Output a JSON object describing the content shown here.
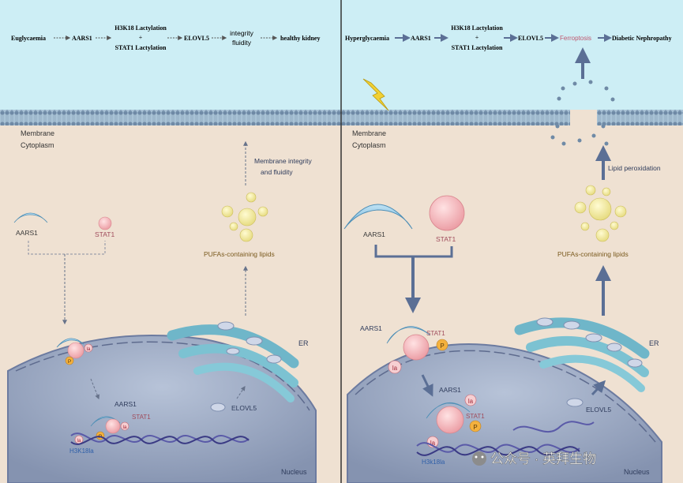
{
  "left": {
    "pathway": [
      "Euglycaemia",
      "AARS1",
      "H3K18 Lactylation",
      "+",
      "STAT1 Lactylation",
      "ELOVL5",
      "integrity",
      "fluidity",
      "healthy kidney"
    ],
    "membrane": "Membrane",
    "cytoplasm": "Cytoplasm",
    "aars1": "AARS1",
    "stat1": "STAT1",
    "aars1_nuc": "AARS1",
    "stat1_nuc": "STAT1",
    "mod_la": "la",
    "mod_p": "P",
    "h3k18la": "H3K18la",
    "elovl5": "ELOVL5",
    "er": "ER",
    "nucleus": "Nucleus",
    "pufa": "PUFAs-containing lipids",
    "membrane_integrity": [
      "Membrane integrity",
      "and fluidity"
    ]
  },
  "right": {
    "pathway": [
      "Hyperglycaemia",
      "AARS1",
      "H3K18 Lactylation",
      "+",
      "STAT1 Lactylation",
      "ELOVL5",
      "Ferroptosis",
      "Diabetic Nephropathy"
    ],
    "membrane": "Membrane",
    "cytoplasm": "Cytoplasm",
    "aars1": "AARS1",
    "stat1": "STAT1",
    "aars1_nuc": "AARS1",
    "stat1_nuc": "STAT1",
    "mod_la": "la",
    "mod_p": "P",
    "h3k18la": "H3k18la",
    "elovl5": "ELOVL5",
    "er": "ER",
    "nucleus": "Nucleus",
    "pufa": "PUFAs-containing lipids",
    "lipid_peroxidation": "Lipid peroxidation"
  },
  "watermark": "公众号 · 英拜生物",
  "colors": {
    "extracellular": "#cdeef5",
    "cytoplasm": "#efe1d2",
    "nucleus": "#9aa8c2",
    "protein_blue": "#8fc7e6",
    "stat1_pink": "#f3b9bd",
    "phospho": "#f4b13d",
    "lipid": "#f2ea9a",
    "ferroptosis_text": "#c0566e",
    "arrow": "#5b6f95"
  }
}
